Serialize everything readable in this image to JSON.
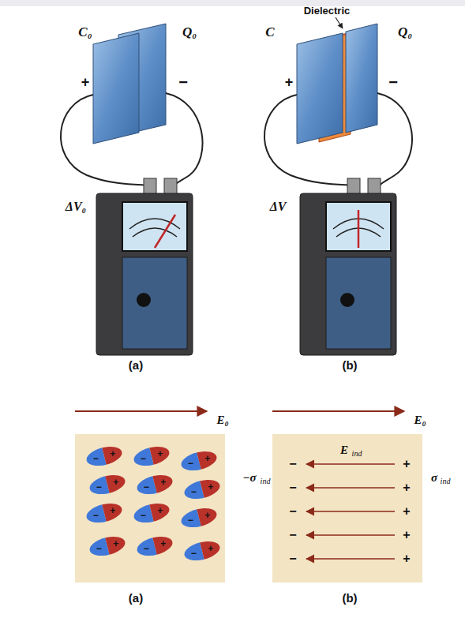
{
  "diagram": {
    "labels": [
      "C₀",
      "Q₀",
      "+",
      "−",
      "ΔV₀",
      "(a)",
      "Dielectric",
      "C",
      "Q₀",
      "+",
      "−",
      "ΔV",
      "(b)",
      "E₀",
      "E₀",
      "−",
      "+",
      "−",
      "+",
      "−",
      "+",
      "−",
      "+",
      "−",
      "+",
      "−",
      "+",
      "−",
      "+",
      "−",
      "+",
      "−",
      "+",
      "−",
      "+",
      "−",
      "+",
      "−",
      "+",
      "E",
      "ind",
      "−σ",
      "ind",
      "σ",
      "ind",
      "−",
      "−",
      "−",
      "−",
      "−",
      "+",
      "+",
      "+",
      "+",
      "+",
      "(a)",
      "(b)"
    ]
  }
}
